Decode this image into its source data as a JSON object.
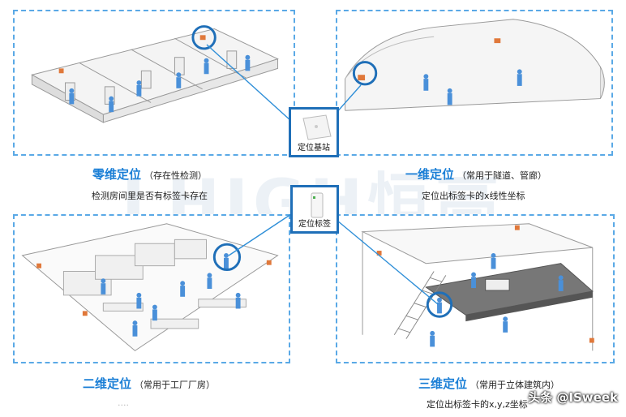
{
  "watermark": "LHIGH恒高",
  "base_station_label": "定位基站",
  "tag_label": "定位标签",
  "zero_dim": {
    "title": "零维定位",
    "subtitle": "（存在性检测）",
    "desc": "检测房间里是否有标签卡存在"
  },
  "one_dim": {
    "title": "一维定位",
    "subtitle": "（常用于隧道、管廊）",
    "desc": "定位出标签卡的x线性坐标"
  },
  "two_dim": {
    "title": "二维定位",
    "subtitle": "（常用于工厂厂房）",
    "desc": "...."
  },
  "three_dim": {
    "title": "三维定位",
    "subtitle": "（常用于立体建筑内）",
    "desc": "定位出标签卡的x,y,z坐标"
  },
  "credit": "头条 @ISweek",
  "colors": {
    "accent": "#1b7fd6",
    "connector": "#2f8fd8",
    "person": "#4a90d9",
    "anchor": "#e0783a"
  }
}
